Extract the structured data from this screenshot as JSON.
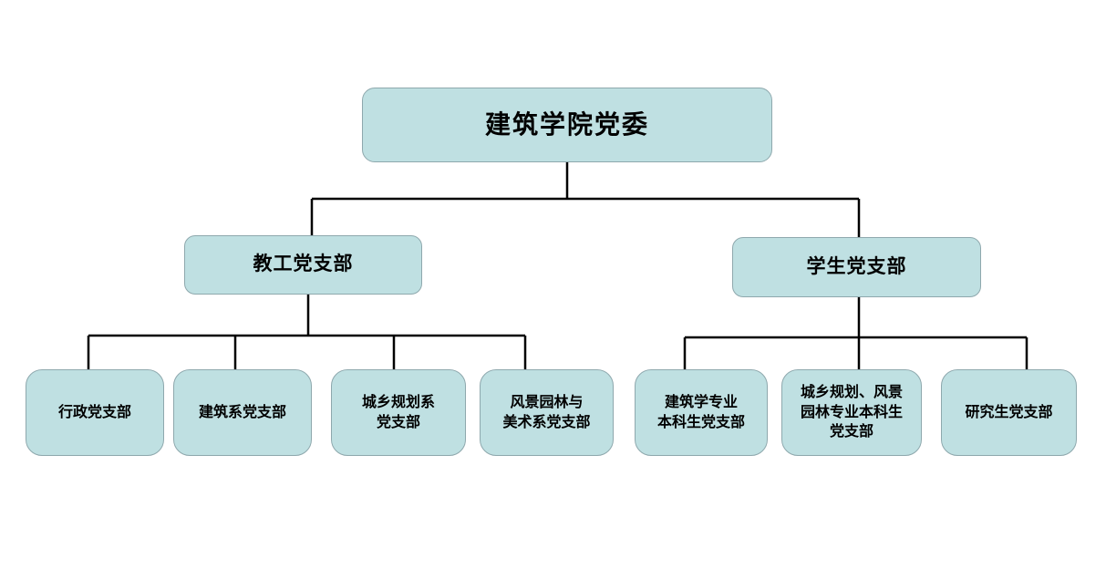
{
  "diagram": {
    "type": "org-chart",
    "colors": {
      "node_fill": "#bfe0e2",
      "node_border": "#8ea8ad",
      "connector": "#000000",
      "background": "#ffffff",
      "text": "#000000"
    },
    "nodes": {
      "root": {
        "label": "建筑学院党委"
      },
      "faculty_branch": {
        "label": "教工党支部"
      },
      "student_branch": {
        "label": "学生党支部"
      },
      "admin_branch": {
        "label": "行政党支部"
      },
      "arch_dept_branch": {
        "label": "建筑系党支部"
      },
      "planning_dept_branch": {
        "label": "城乡规划系\n党支部"
      },
      "landscape_art_dept_branch": {
        "label": "风景园林与\n美术系党支部"
      },
      "arch_undergrad_branch": {
        "label": "建筑学专业\n本科生党支部"
      },
      "planning_landscape_undergrad_branch": {
        "label": "城乡规划、风景\n园林专业本科生\n党支部"
      },
      "graduate_branch": {
        "label": "研究生党支部"
      }
    },
    "edges": [
      [
        "root",
        "faculty_branch"
      ],
      [
        "root",
        "student_branch"
      ],
      [
        "faculty_branch",
        "admin_branch"
      ],
      [
        "faculty_branch",
        "arch_dept_branch"
      ],
      [
        "faculty_branch",
        "planning_dept_branch"
      ],
      [
        "faculty_branch",
        "landscape_art_dept_branch"
      ],
      [
        "student_branch",
        "arch_undergrad_branch"
      ],
      [
        "student_branch",
        "planning_landscape_undergrad_branch"
      ],
      [
        "student_branch",
        "graduate_branch"
      ]
    ]
  }
}
